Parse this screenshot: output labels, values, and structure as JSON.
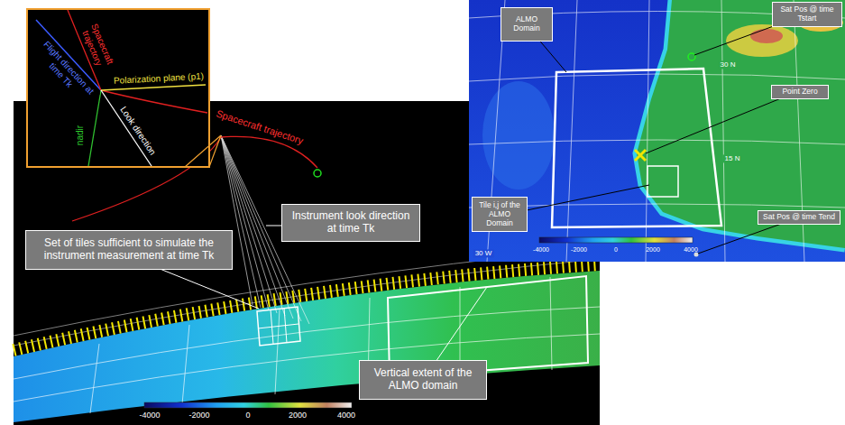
{
  "diagram": {
    "nodes": [
      {
        "text": [
          "ALMO Domain"
        ]
      },
      {
        "text": [
          "Sat Pos @ time Tstart"
        ]
      },
      {
        "text": [
          "Point Zero"
        ]
      },
      {
        "text": [
          "Tile i,j of the ALMO Domain"
        ]
      },
      {
        "text": [
          "Instrument look direction at time Tk"
        ]
      },
      {
        "text": [
          "Sat Pos @ time Tend"
        ]
      },
      {
        "text": [
          "Set of tiles sufficient to simulate the instrument measurement at time Tk"
        ]
      },
      {
        "text": [
          "Vertical extent of the ALMO domain"
        ]
      }
    ],
    "labels": [
      "Flight direction at time Tk",
      "Spacecraft trajectory",
      "Polarization plane (p1)",
      "nadir",
      "Look direction",
      "Spacecraft trajectory",
      "30 N",
      "15 N",
      "30 W",
      "-4000",
      "-2000",
      "0",
      "2000",
      "4000",
      "-4000",
      "-2000",
      "0",
      "2000",
      "4000"
    ]
  }
}
